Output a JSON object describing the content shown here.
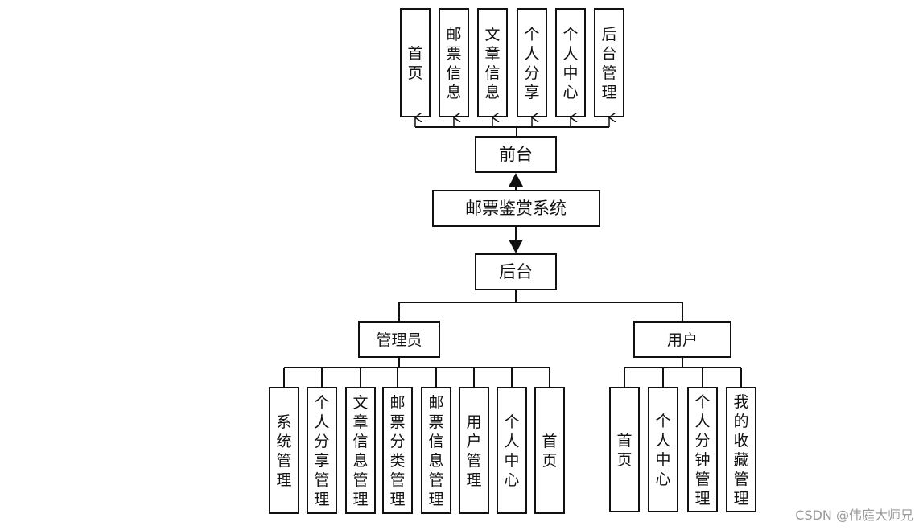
{
  "center": "邮票鉴赏系统",
  "frontend": {
    "label": "前台",
    "items": [
      "首页",
      "邮票信息",
      "文章信息",
      "个人分享",
      "个人中心",
      "后台管理"
    ]
  },
  "backend": {
    "label": "后台",
    "admin": {
      "label": "管理员",
      "items": [
        "系统管理",
        "个人分享管理",
        "文章信息管理",
        "邮票分类管理",
        "邮票信息管理",
        "用户管理",
        "个人中心",
        "首页"
      ]
    },
    "user": {
      "label": "用户",
      "items": [
        "首页",
        "个人中心",
        "个人分钟管理",
        "我的收藏管理"
      ]
    }
  },
  "watermark": "CSDN @伟庭大师兄"
}
